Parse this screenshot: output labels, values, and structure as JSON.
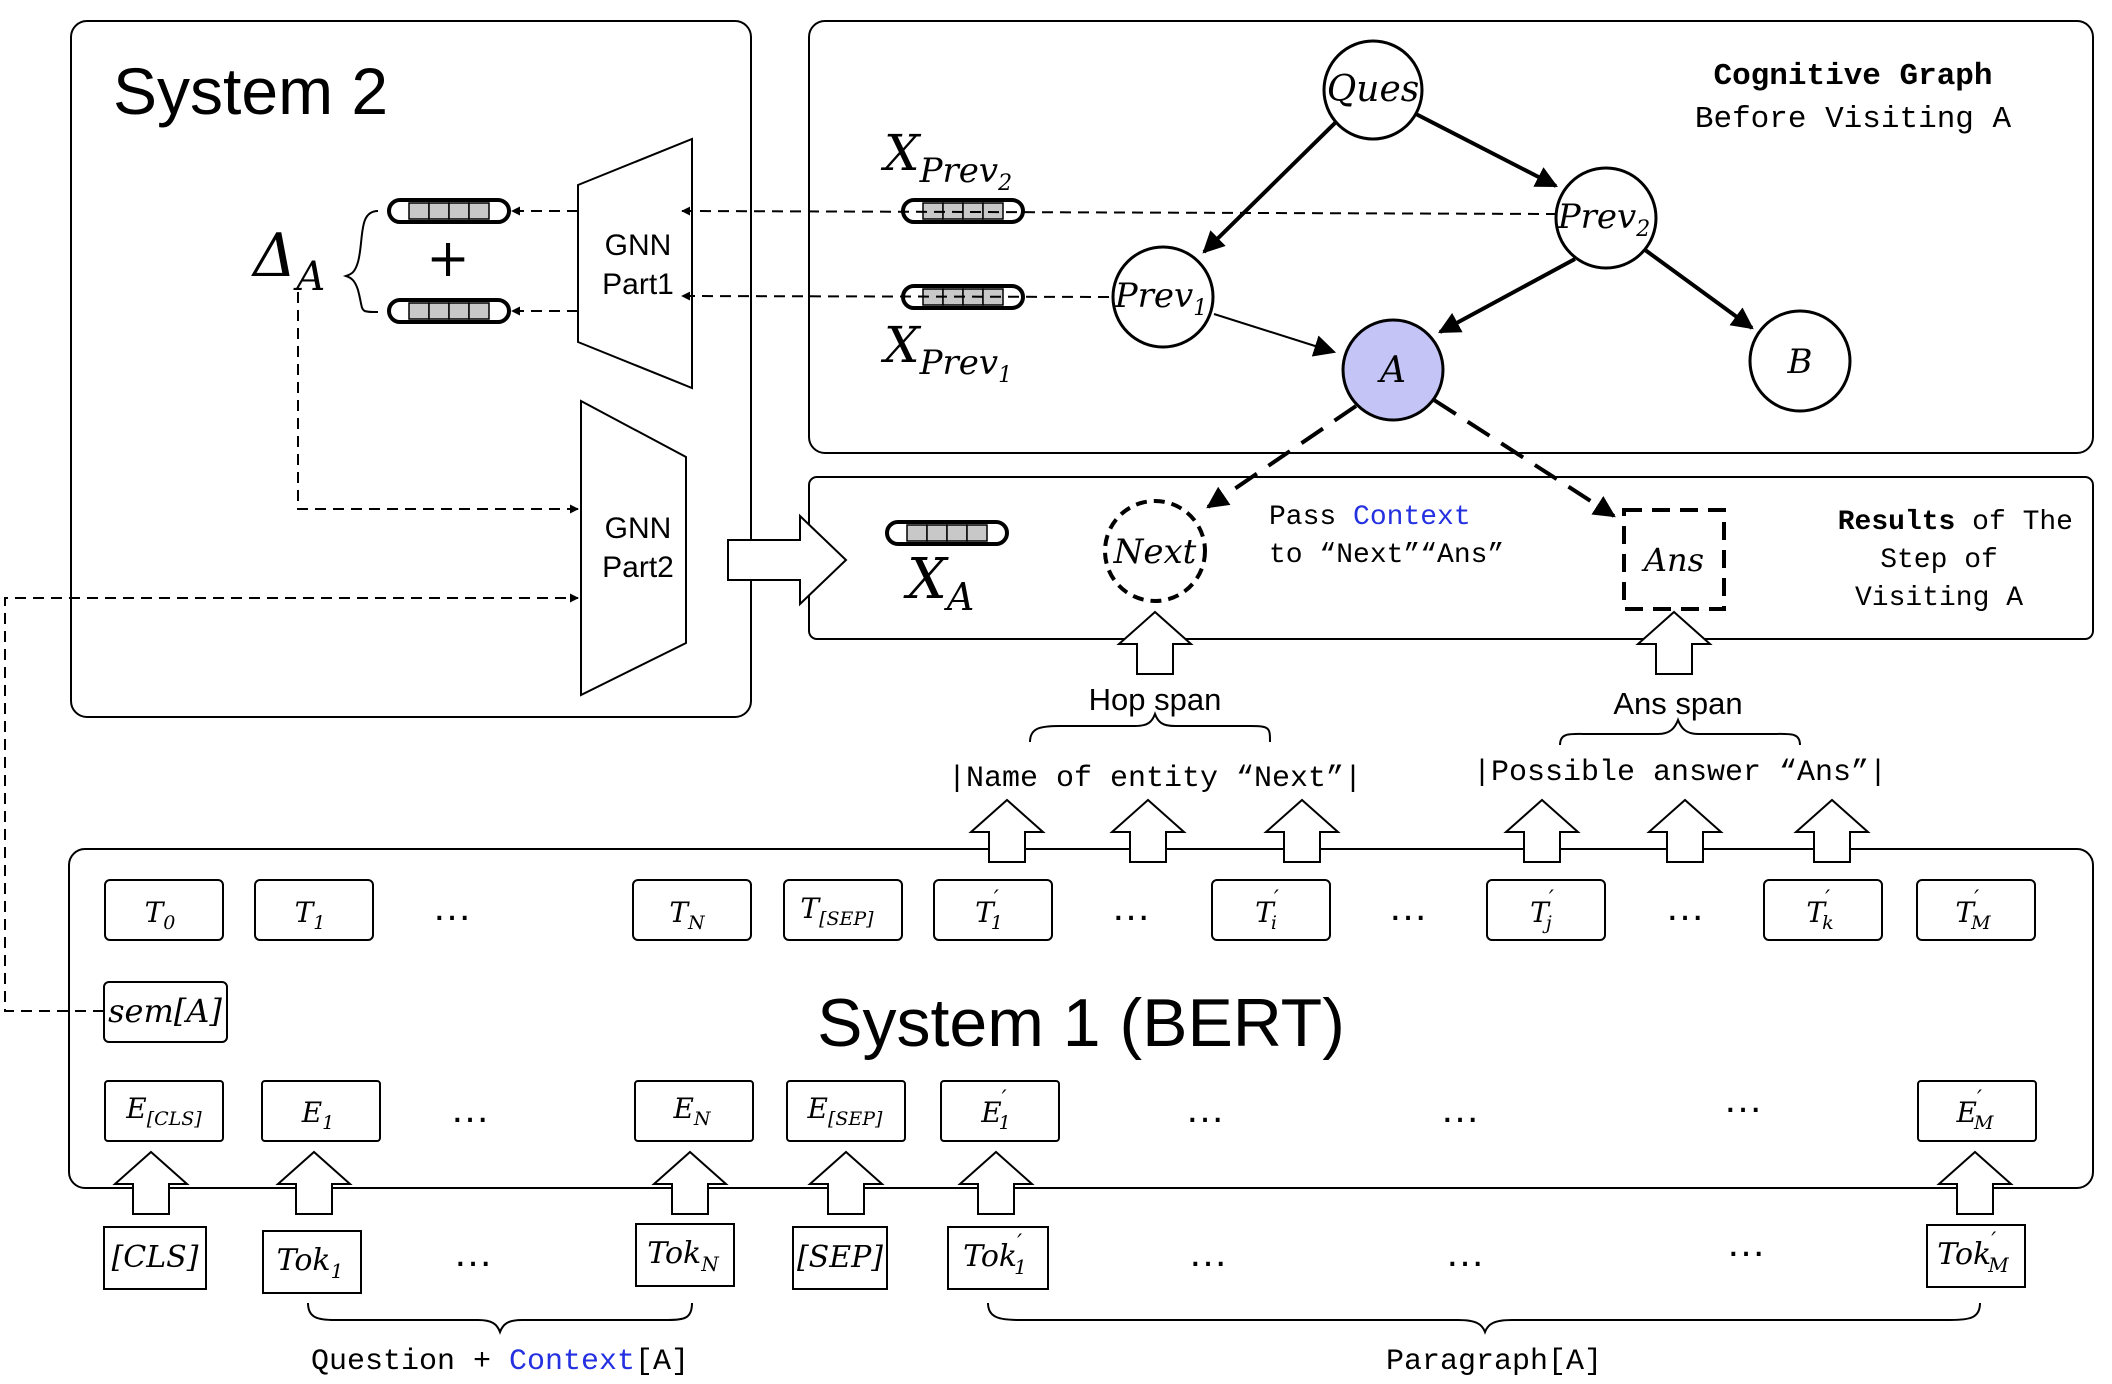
{
  "system2": {
    "title": "System 2",
    "delta": "Δ",
    "delta_sub": "A",
    "plus": "+"
  },
  "gnn_part1": {
    "line1": "GNN",
    "line2": "Part1"
  },
  "gnn_part2": {
    "line1": "GNN",
    "line2": "Part2"
  },
  "x_prev2": {
    "main": "X",
    "sub": "Prev",
    "subsub": "2"
  },
  "x_prev1": {
    "main": "X",
    "sub": "Prev",
    "subsub": "1"
  },
  "x_a": {
    "main": "X",
    "sub": "A"
  },
  "cognitive_graph": {
    "title": "Cognitive Graph",
    "subtitle": "Before Visiting A",
    "nodes": {
      "ques": "Ques",
      "prev2": "Prev",
      "prev2_sub": "2",
      "prev1": "Prev",
      "prev1_sub": "1",
      "a": "A",
      "b": "B"
    },
    "highlight_color": "#c4c4f7"
  },
  "results": {
    "next": "Next",
    "ans": "Ans",
    "pass_word": "Pass",
    "context_word": "Context",
    "to_line": "to “Next”“Ans”",
    "title_bold": "Results",
    "title_rest": "of The",
    "line2": "Step of",
    "line3": "Visiting A"
  },
  "spans": {
    "hop_label": "Hop span",
    "ans_label": "Ans span",
    "entity_text": "|Name of entity “Next”|",
    "answer_text": "|Possible answer “Ans”|"
  },
  "system1": {
    "title": "System 1 (BERT)",
    "outputs": [
      "T",
      "T",
      "T",
      "T",
      "T",
      "T",
      "T",
      "T",
      "T"
    ],
    "output_subs": [
      "0",
      "1",
      "N",
      "[SEP]",
      "1",
      "i",
      "j",
      "k",
      "M"
    ],
    "sem": "sem[A]",
    "embeddings": [
      "E",
      "E",
      "E",
      "E",
      "E",
      "E"
    ],
    "embedding_subs": [
      "[CLS]",
      "1",
      "N",
      "[SEP]",
      "1",
      "M"
    ],
    "ellipsis": "…"
  },
  "inputs": {
    "tokens": [
      "[CLS]",
      "Tok",
      "Tok",
      "[SEP]",
      "Tok",
      "Tok"
    ],
    "token_subs": [
      "",
      "1",
      "N",
      "",
      "1",
      "M"
    ],
    "question_prefix": "Question + ",
    "context_word": "Context",
    "question_suffix": "[A]",
    "paragraph": "Paragraph[A]"
  },
  "colors": {
    "context_blue": "#2431e0",
    "vector_gray": "#c8c8c8"
  }
}
